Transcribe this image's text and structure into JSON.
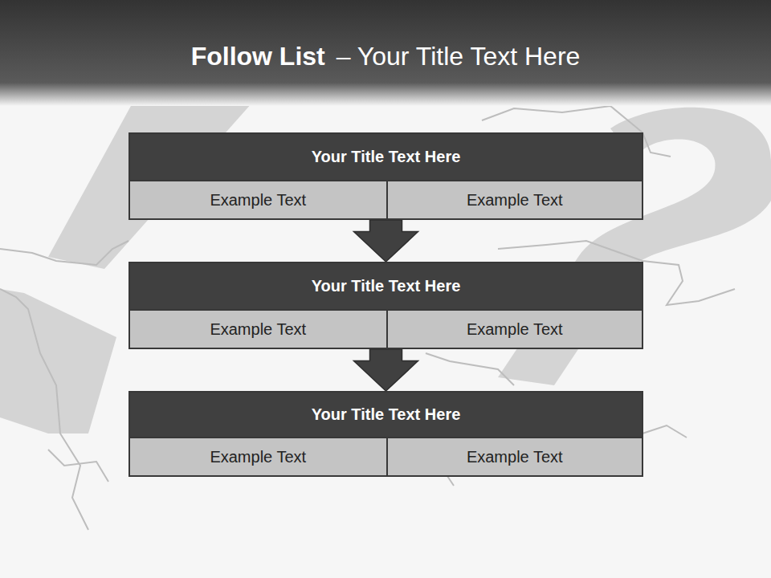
{
  "diagram": {
    "title": "Follow List",
    "nodes": [
      {
        "text": [
          "Your Title Text Here"
        ]
      },
      {
        "text": [
          "Example Text"
        ],
        "in": 0
      },
      {
        "text": [
          "Example Text"
        ],
        "in": 0
      },
      {
        "text": [
          "Your Title Text Here"
        ]
      },
      {
        "text": [
          "Example Text"
        ],
        "in": 3
      },
      {
        "text": [
          "Example Text"
        ],
        "in": 3
      },
      {
        "text": [
          "Your Title Text Here"
        ]
      },
      {
        "text": [
          "Example Text"
        ],
        "in": 6
      },
      {
        "text": [
          "Example Text"
        ],
        "in": 6
      }
    ],
    "edges": [
      {
        "from": 0,
        "to": 3,
        "arrow": "to"
      },
      {
        "from": 3,
        "to": 6,
        "arrow": "to"
      }
    ],
    "labels": [
      "– Your Title Text Here"
    ]
  }
}
